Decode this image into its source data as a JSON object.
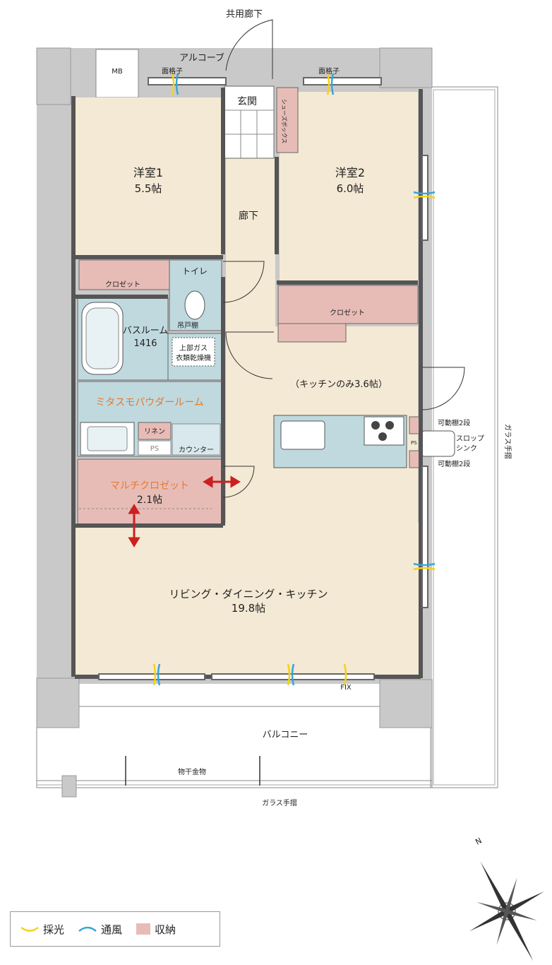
{
  "labels": {
    "common_corridor": "共用廊下",
    "alcove": "アルコーブ",
    "mb": "MB",
    "lattice_left": "面格子",
    "lattice_right": "面格子",
    "entrance": "玄関",
    "shoe_box": "シューズボックス",
    "room1_name": "洋室1",
    "room1_size": "5.5帖",
    "room2_name": "洋室2",
    "room2_size": "6.0帖",
    "corridor": "廊下",
    "closet1": "クロゼット",
    "closet2": "クロゼット",
    "toilet": "トイレ",
    "hanging_shelf": "吊戸棚",
    "bathroom": "バスルーム",
    "bathroom_size": "1416",
    "dryer_line1": "上部ガス",
    "dryer_line2": "衣類乾燥機",
    "powder_room": "ミタスモパウダールーム",
    "linen": "リネン",
    "ps": "PS",
    "counter": "カウンター",
    "multi_closet": "マルチクロゼット",
    "multi_closet_size": "2.1帖",
    "kitchen_only": "（キッチンのみ3.6帖）",
    "movable_shelf_top": "可動棚2段",
    "movable_shelf_bottom": "可動棚2段",
    "slop_sink_line1": "スロップ",
    "slop_sink_line2": "シンク",
    "ps_small": "PS",
    "ldk_name": "リビング・ダイニング・キッチン",
    "ldk_size": "19.8帖",
    "fix": "FIX",
    "balcony": "バルコニー",
    "drying_hardware": "物干金物",
    "glass_rail_bottom": "ガラス手摺",
    "glass_rail_right": "ガラス手摺",
    "north": "N"
  },
  "legend": {
    "daylight": "採光",
    "ventilation": "通風",
    "storage": "収納"
  },
  "colors": {
    "floor": "#f4e9d4",
    "wall": "#c9c9c9",
    "wet": "#bfd9df",
    "storage": "#e7bcb7",
    "accent": "#e7792b",
    "arrow": "#cc1f1f",
    "daylight": "#f3d31c",
    "ventilation": "#3aa5d8"
  }
}
